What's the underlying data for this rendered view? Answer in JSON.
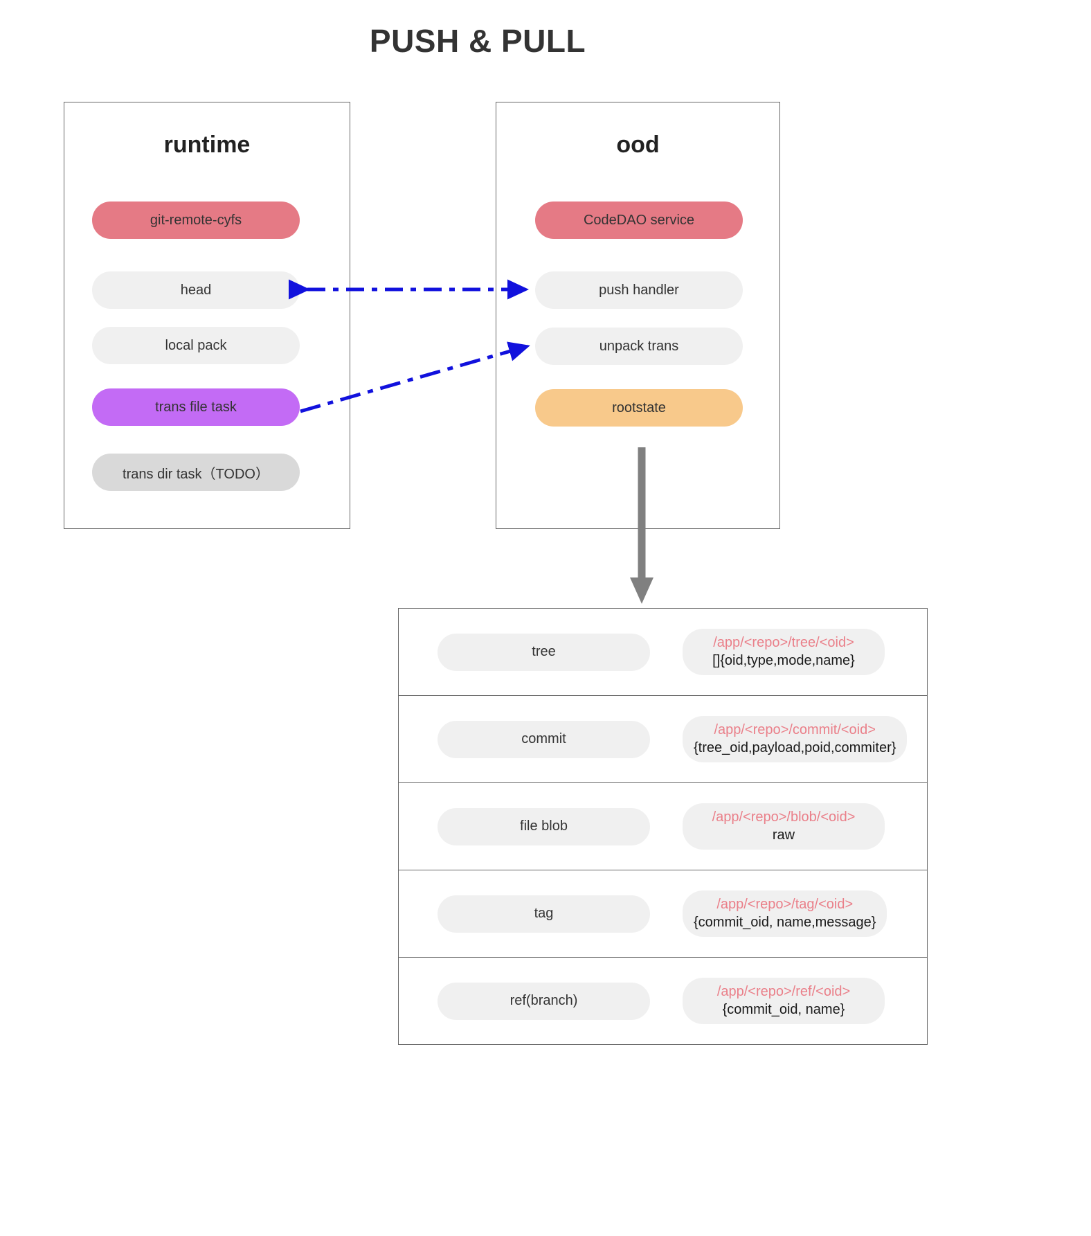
{
  "title": "PUSH & PULL",
  "panels": [
    {
      "id": "runtime",
      "title": "runtime",
      "nodes": [
        {
          "label": "git-remote-cyfs",
          "color": "#E57A85"
        },
        {
          "label": "head",
          "color": "#F0F0F0"
        },
        {
          "label": "local pack",
          "color": "#F0F0F0"
        },
        {
          "label": "trans file task",
          "color": "#C36BF5"
        },
        {
          "label": "trans dir task（TODO）",
          "color": "#D9D9D9"
        }
      ]
    },
    {
      "id": "ood",
      "title": "ood",
      "nodes": [
        {
          "label": "CodeDAO service",
          "color": "#E57A85"
        },
        {
          "label": "push handler",
          "color": "#F0F0F0"
        },
        {
          "label": "unpack trans",
          "color": "#F0F0F0"
        },
        {
          "label": "rootstate",
          "color": "#F8C98B"
        }
      ]
    }
  ],
  "connections": [
    {
      "name": "head-push-handler",
      "from": "head",
      "to": "push handler",
      "style": "dash-dot",
      "color": "#1111DD",
      "bidirectional": true
    },
    {
      "name": "trans-file-task-unpack-trans",
      "from": "trans file task",
      "to": "unpack trans",
      "style": "dash-dot",
      "color": "#1111DD",
      "bidirectional": false
    },
    {
      "name": "rootstate-object-table",
      "from": "rootstate",
      "to": "object table",
      "style": "solid",
      "color": "#808080",
      "bidirectional": false
    }
  ],
  "object_table": {
    "rows": [
      {
        "name": "tree",
        "path": "/app/<repo>/tree/<oid>",
        "schema": "[]{oid,type,mode,name}"
      },
      {
        "name": "commit",
        "path": "/app/<repo>/commit/<oid>",
        "schema": "{tree_oid,payload,poid,commiter}"
      },
      {
        "name": "file blob",
        "path": "/app/<repo>/blob/<oid>",
        "schema": "raw"
      },
      {
        "name": "tag",
        "path": "/app/<repo>/tag/<oid>",
        "schema": "{commit_oid, name,message}"
      },
      {
        "name": "ref(branch)",
        "path": "/app/<repo>/ref/<oid>",
        "schema": "{commit_oid, name}"
      }
    ]
  },
  "colors": {
    "accent_pink": "#E57A85",
    "accent_purple": "#C36BF5",
    "accent_orange": "#F8C98B",
    "pill_gray": "#F0F0F0",
    "pill_dark_gray": "#D9D9D9",
    "arrow_blue": "#1111DD",
    "arrow_gray": "#808080",
    "path_text": "#EA7F89",
    "border": "#666666",
    "title_text": "#333333"
  }
}
